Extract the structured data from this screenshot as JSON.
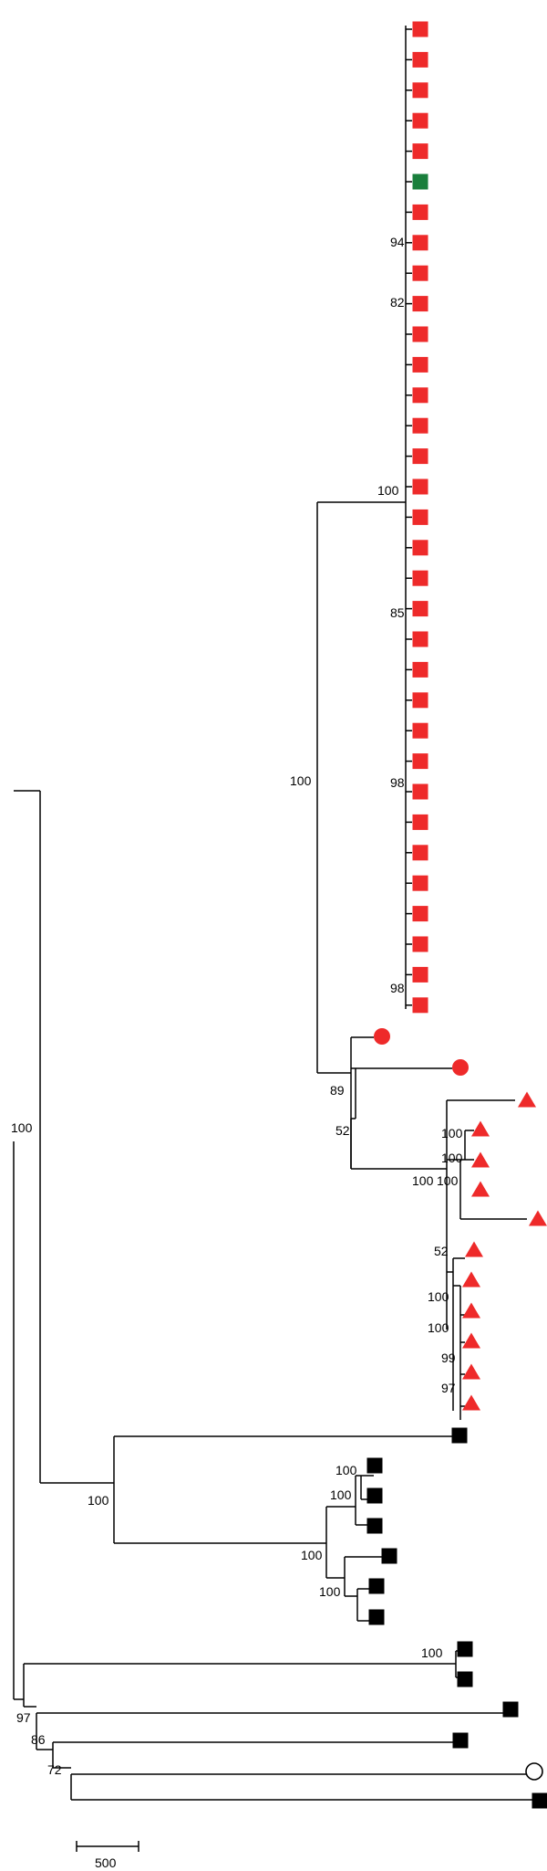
{
  "colors": {
    "red": "#ee2a2a",
    "green": "#1a7f3c",
    "black": "#000000",
    "white": "#ffffff"
  },
  "support_values": {
    "root": "100",
    "n97": "97",
    "n86": "86",
    "n72": "72",
    "black_clade_stem": "100",
    "black_clade_inner": "100",
    "black_pair_a": "100",
    "black_pair_b": "100",
    "black_pair_c": "100",
    "black_pair_bottom": "100",
    "red_clade_stem": "100",
    "square_clade": "100",
    "sq_94": "94",
    "sq_82": "82",
    "sq_85": "85",
    "sq_98a": "98",
    "sq_98b": "98",
    "circle_89": "89",
    "n52": "52",
    "tri_100a": "100",
    "tri_100b": "100",
    "tri_100c": "100",
    "tri_100d": "100",
    "tri_52": "52",
    "tri_100e": "100",
    "tri_100f": "100",
    "tri_99": "99",
    "tri_97": "97"
  },
  "scale_bar": {
    "label": "500"
  },
  "legend_shapes": {
    "square": "square-icon",
    "circle": "circle-icon",
    "triangle": "triangle-icon",
    "open_circle": "open-circle-icon"
  }
}
